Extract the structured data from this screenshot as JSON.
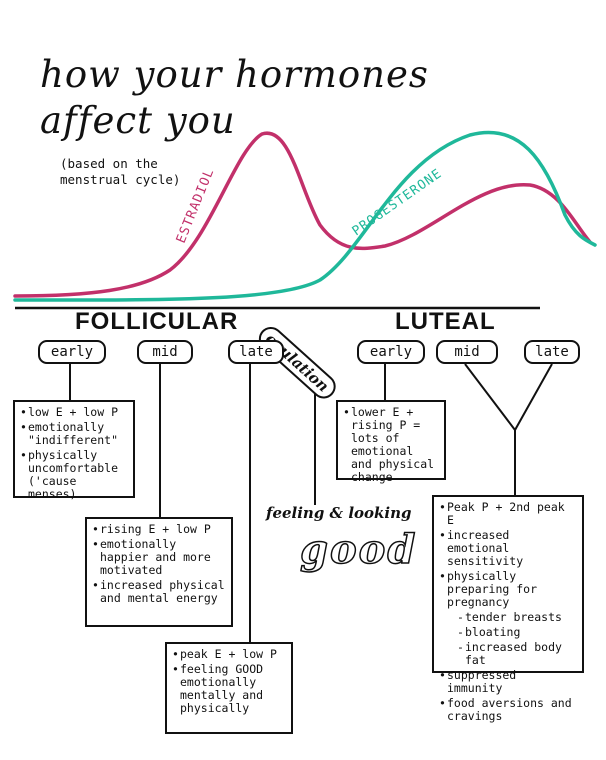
{
  "title_line1": "how your hormones",
  "title_line2": "affect you",
  "subtitle_line1": "(based on the",
  "subtitle_line2": "menstrual cycle)",
  "curves": [
    {
      "name": "ESTRADIOL",
      "color": "#c2306a"
    },
    {
      "name": "PROGESTERONE",
      "color": "#1fb89a"
    }
  ],
  "phases": {
    "follicular": "FOLLICULAR",
    "ovulation": "ovulation",
    "luteal": "LUTEAL"
  },
  "tags": {
    "f_early": "early",
    "f_mid": "mid",
    "f_late": "late",
    "l_early": "early",
    "l_mid": "mid",
    "l_late": "late"
  },
  "boxes": {
    "f_early": [
      "low E + low P",
      "emotionally \"indifferent\"",
      "physically uncomfortable ('cause menses)"
    ],
    "f_mid": [
      "rising E + low P",
      "emotionally happier and more motivated",
      "increased physical and mental energy"
    ],
    "f_late": [
      "peak E + low P",
      "feeling GOOD emotionally mentally and physically"
    ],
    "l_early": [
      "lower E + rising P = lots of emotional and physical change"
    ],
    "l_late": {
      "items": [
        "Peak P + 2nd peak E",
        "increased emotional sensitivity",
        "physically preparing for pregnancy"
      ],
      "subitems": [
        "tender breasts",
        "bloating",
        "increased body fat"
      ],
      "items_after": [
        "suppressed immunity",
        "food aversions and cravings"
      ]
    }
  },
  "ovulation_text": {
    "line1": "feeling & looking",
    "line2": "good"
  }
}
